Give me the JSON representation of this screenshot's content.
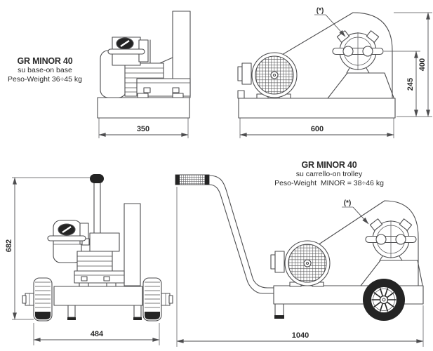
{
  "colors": {
    "bg": "#ffffff",
    "line": "#4d4d4f",
    "dark": "#242424",
    "text": "#2b2b2b"
  },
  "captions": {
    "base": {
      "title": "GR MINOR 40",
      "subtitle": "su base-on base",
      "weight": "Peso-Weight 36÷45 kg"
    },
    "trolley": {
      "title": "GR MINOR 40",
      "subtitle": "su carrello-on trolley",
      "weight": "Peso-Weight  MINOR = 38÷46 kg"
    }
  },
  "views": {
    "base_front": {
      "dim_width": "350"
    },
    "base_side": {
      "dim_length": "600",
      "dim_height_total": "400",
      "dim_height_port": "245",
      "port_marker": "(*)"
    },
    "trolley_front": {
      "dim_height": "682",
      "dim_width": "484"
    },
    "trolley_side": {
      "dim_length": "1040",
      "port_marker": "(*)"
    }
  }
}
